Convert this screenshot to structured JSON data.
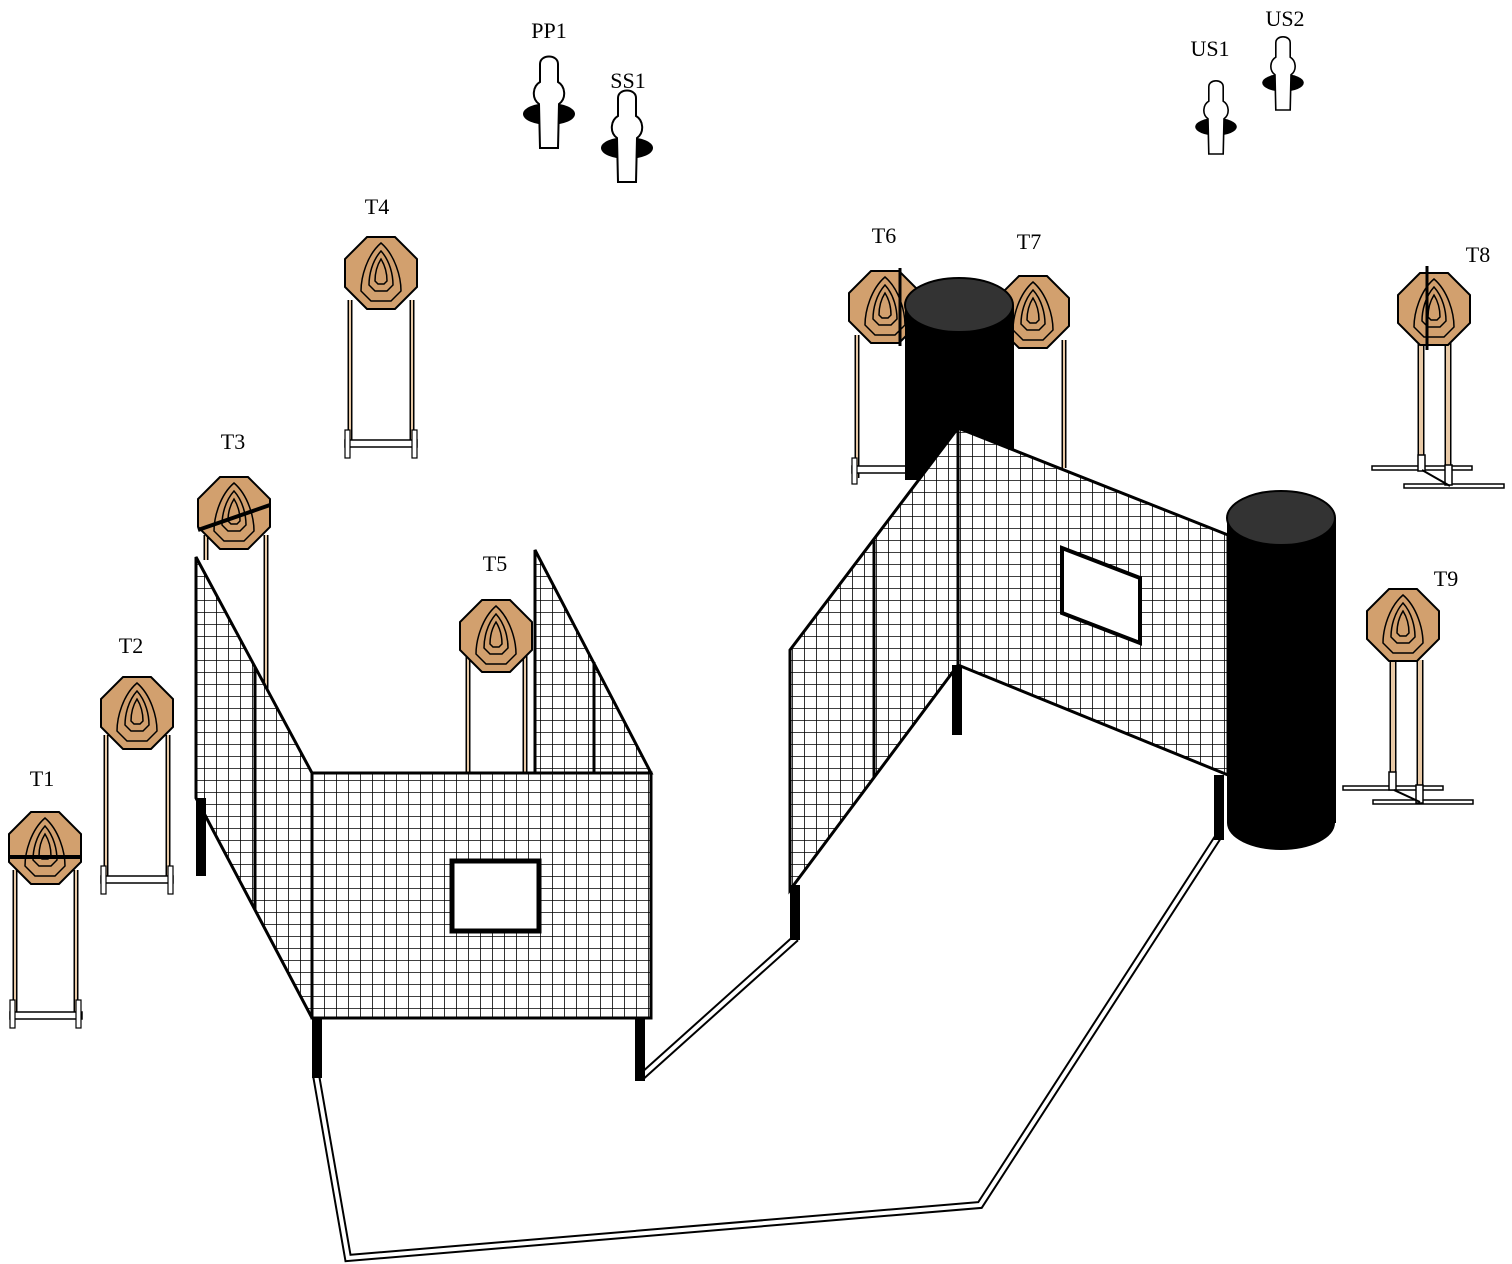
{
  "colors": {
    "target_fill": "#d2a06e",
    "target_stroke": "#5a3a1e",
    "stand_leg": "#e8c9a6",
    "barrel": "#000000",
    "barrel_top": "#333333",
    "mesh": "#000000",
    "background": "#ffffff"
  },
  "targets": {
    "t1": "T1",
    "t2": "T2",
    "t3": "T3",
    "t4": "T4",
    "t5": "T5",
    "t6": "T6",
    "t7": "T7",
    "t8": "T8",
    "t9": "T9"
  },
  "poppers": {
    "pp1": "PP1",
    "ss1": "SS1",
    "us1": "US1",
    "us2": "US2"
  },
  "icons": {
    "target": "octagon-target-icon",
    "popper": "steel-popper-icon",
    "barrel": "barrel-icon",
    "wall": "mesh-wall",
    "fault_line": "fault-line"
  }
}
